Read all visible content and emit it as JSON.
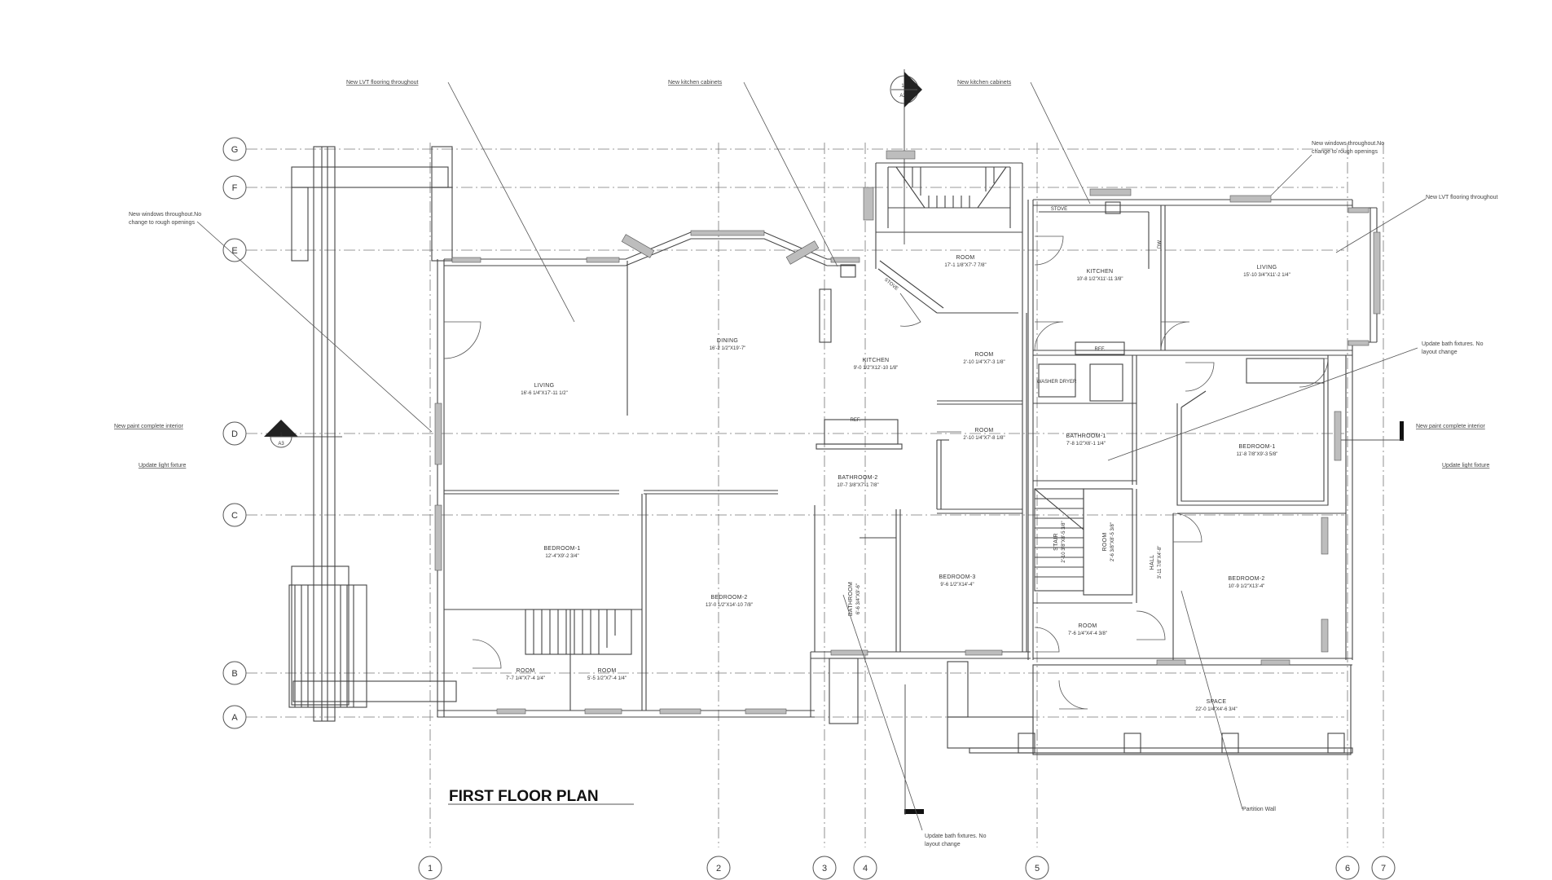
{
  "sheet": {
    "title": "FIRST FLOOR PLAN"
  },
  "grid_rows": [
    "G",
    "F",
    "E",
    "D",
    "C",
    "B",
    "A"
  ],
  "grid_cols": [
    "1",
    "2",
    "3",
    "4",
    "5",
    "6",
    "7"
  ],
  "section_marks": {
    "top": {
      "num": "1",
      "sheet": "A2"
    },
    "left": {
      "num": "1",
      "sheet": "A3"
    }
  },
  "rooms": [
    {
      "name": "LIVING",
      "dim": "16'-6 1/4\"X17'-11 1/2\""
    },
    {
      "name": "DINING",
      "dim": "16'-2 1/2\"X19'-7\""
    },
    {
      "name": "KITCHEN",
      "dim": "9'-0 1/2\"X12'-10 1/8\""
    },
    {
      "name": "ROOM",
      "dim": "17'-1 1/8\"X7'-7 7/8\""
    },
    {
      "name": "ROOM",
      "dim": "2'-10 1/4\"X7'-3 1/8\""
    },
    {
      "name": "ROOM",
      "dim": "2'-10 1/4\"X7'-8 1/8\""
    },
    {
      "name": "BATHROOM-2",
      "dim": "10'-7 3/8\"X7'-1 7/8\""
    },
    {
      "name": "BEDROOM-1",
      "dim": "12'-4\"X9'-2 3/4\""
    },
    {
      "name": "BEDROOM-2",
      "dim": "13'-0 1/2\"X14'-10 7/8\""
    },
    {
      "name": "BEDROOM-3",
      "dim": "9'-6 1/2\"X14'-4\""
    },
    {
      "name": "ROOM",
      "dim": "7'-7 1/4\"X7'-4 1/4\""
    },
    {
      "name": "ROOM",
      "dim": "5'-5 1/2\"X7'-4 1/4\""
    },
    {
      "name": "BATHROOM",
      "dim": "6'-6 3/4\"X9'-6\""
    },
    {
      "name": "KITCHEN",
      "dim": "10'-8 1/2\"X11'-11 3/8\""
    },
    {
      "name": "LIVING",
      "dim": "15'-10 3/4\"X11'-2 1/4\""
    },
    {
      "name": "BATHROOM-1",
      "dim": "7'-8 1/2\"X6'-1 1/4\""
    },
    {
      "name": "BEDROOM-1",
      "dim": "11'-8 7/8\"X9'-3 5/8\""
    },
    {
      "name": "BEDROOM-2",
      "dim": "10'-9 1/2\"X13'-4\""
    },
    {
      "name": "STAIR",
      "dim": "2'-10 3/8\"X8'-5 3/8\""
    },
    {
      "name": "ROOM",
      "dim": "2'-6 3/8\"X8'-5 3/8\""
    },
    {
      "name": "HALL",
      "dim": "3'-11 7/8\"X4'-8\""
    },
    {
      "name": "ROOM",
      "dim": "7'-6 1/4\"X4'-4 3/8\""
    },
    {
      "name": "SPACE",
      "dim": "22'-0 1/4\"X4'-6 3/4\""
    }
  ],
  "fixtures": {
    "stove": "STOVE",
    "refrigerator": "REF.",
    "washer_dryer": "WASHER DRYER",
    "dw": "DW",
    "stove_2": "STOVE",
    "ref_2": "REF."
  },
  "notes": {
    "lvt_flooring": "New LVT flooring throughout",
    "kitchen_cabinets_1": "New kitchen cabinets",
    "kitchen_cabinets_2": "New kitchen cabinets",
    "windows_right": "New windows throughout.No change to rough openings",
    "windows_left": "New windows throughout.No change to rough openings",
    "lvt_right": "New LVT flooring throughout",
    "bath_fixtures_right": "Update bath fixtures. No layout change",
    "paint_left": "New paint complete interior",
    "light_left": "Update light fixture",
    "paint_right": "New paint complete interior",
    "light_right": "Update light fixture",
    "bath_fixtures_bottom": "Update bath fixtures. No layout change",
    "partition_wall": "Partition Wall"
  }
}
